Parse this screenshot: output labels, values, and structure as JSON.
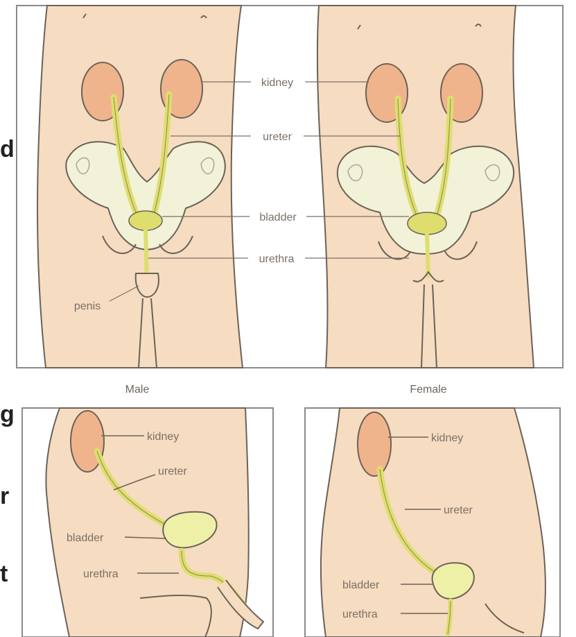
{
  "panels": {
    "front": {
      "labels": {
        "kidney": "kidney",
        "ureter": "ureter",
        "bladder": "bladder",
        "urethra": "urethra",
        "penis": "penis"
      },
      "captions": {
        "male": "Male",
        "female": "Female"
      }
    },
    "side_male": {
      "labels": {
        "kidney": "kidney",
        "ureter": "ureter",
        "bladder": "bladder",
        "urethra": "urethra"
      }
    },
    "side_female": {
      "labels": {
        "kidney": "kidney",
        "ureter": "ureter",
        "bladder": "bladder",
        "urethra": "urethra"
      }
    }
  },
  "edge_letters": [
    "d",
    "g",
    "r",
    "t"
  ],
  "colors": {
    "skin": "#f6dcc0",
    "kidney": "#f0b48c",
    "tube": "#dede6e",
    "bone": "#f2f2d8",
    "outline": "#6a6258",
    "frame": "#8a8a8a"
  }
}
